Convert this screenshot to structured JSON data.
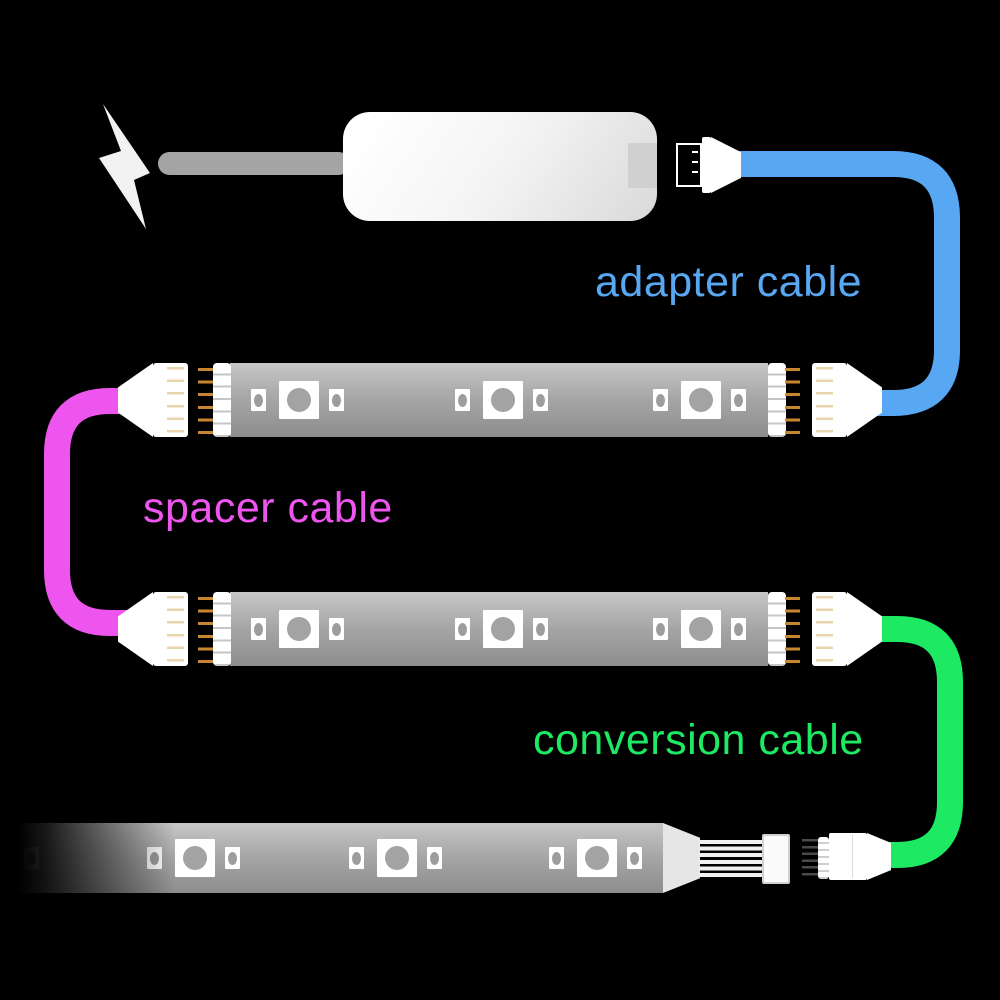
{
  "diagram": {
    "background_color": "#000000",
    "labels": {
      "adapter_cable": "adapter cable",
      "spacer_cable": "spacer cable",
      "conversion_cable": "conversion cable"
    },
    "colors": {
      "adapter_cable": "#57a7f2",
      "spacer_cable": "#ee55ee",
      "conversion_cable": "#1de963",
      "power_cord": "#a4a4a4",
      "lightning_bolt": "#f2f2f2",
      "gold_pins": "#c8872f",
      "strip_body": "#a6a6a6"
    },
    "icons": {
      "power": "lightning-bolt"
    },
    "strips": [
      {
        "name": "led-strip-1",
        "led_group_centers": [
          69,
          273,
          471
        ]
      },
      {
        "name": "led-strip-2",
        "led_group_centers": [
          69,
          273,
          471
        ]
      },
      {
        "name": "led-strip-3",
        "led_group_centers": [
          195,
          397,
          597
        ]
      }
    ]
  }
}
